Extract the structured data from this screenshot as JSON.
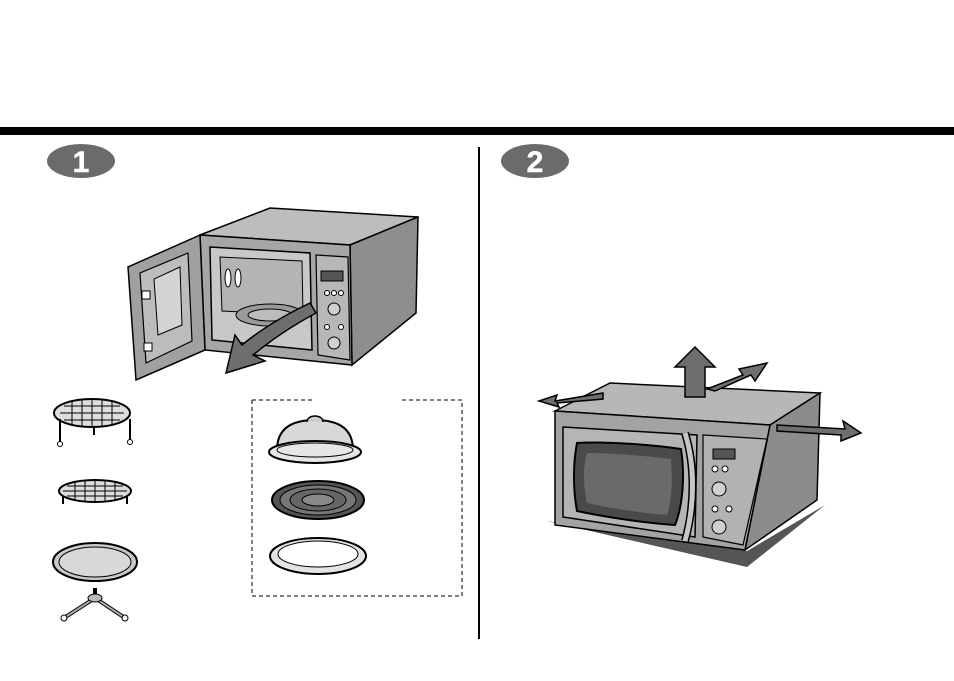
{
  "steps": [
    {
      "number": "1"
    },
    {
      "number": "2"
    }
  ],
  "colors": {
    "rule": "#000000",
    "badge": "#6b6b6b",
    "appliance_body": "#a6a6a6",
    "appliance_dark": "#7c7c7c",
    "arrow": "#666666"
  },
  "icons": {
    "step1_scene": "microwave-open-door-illustration",
    "step2_scene": "microwave-clearance-illustration"
  }
}
